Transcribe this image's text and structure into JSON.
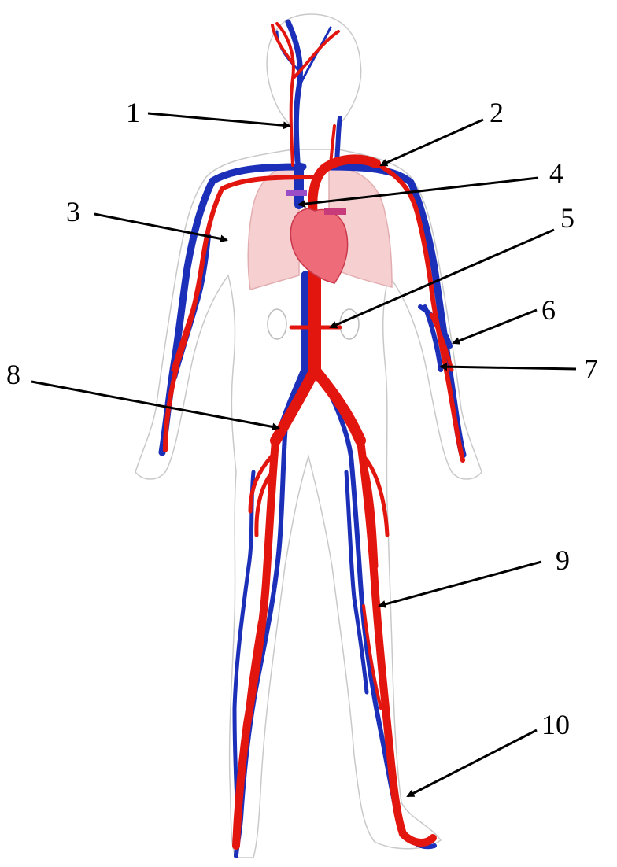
{
  "diagram": {
    "labels": [
      {
        "id": "label-1",
        "text": "1"
      },
      {
        "id": "label-2",
        "text": "2"
      },
      {
        "id": "label-3",
        "text": "3"
      },
      {
        "id": "label-4",
        "text": "4"
      },
      {
        "id": "label-5",
        "text": "5"
      },
      {
        "id": "label-6",
        "text": "6"
      },
      {
        "id": "label-7",
        "text": "7"
      },
      {
        "id": "label-8",
        "text": "8"
      },
      {
        "id": "label-9",
        "text": "9"
      },
      {
        "id": "label-10",
        "text": "10"
      }
    ]
  },
  "colors": {
    "artery": "#e2150f",
    "vein": "#1b2fb8",
    "lung": "#f6cfd0",
    "heart": "#ee6b7a",
    "body_outline": "#c9c9c9",
    "kidney_outline": "#bcbcbc",
    "arrow": "#000000"
  },
  "icons": [
    "arrow-icon"
  ]
}
